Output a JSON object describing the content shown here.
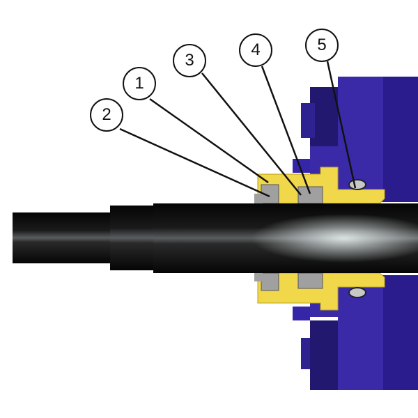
{
  "callouts": [
    {
      "label": "1"
    },
    {
      "label": "2"
    },
    {
      "label": "3"
    },
    {
      "label": "4"
    },
    {
      "label": "5"
    }
  ],
  "colors": {
    "shaft": "#0d0d0d",
    "housing": "#f0d84a",
    "body": "#3a2aa8",
    "seal": "#a0a0a0",
    "leader": "#111111"
  }
}
